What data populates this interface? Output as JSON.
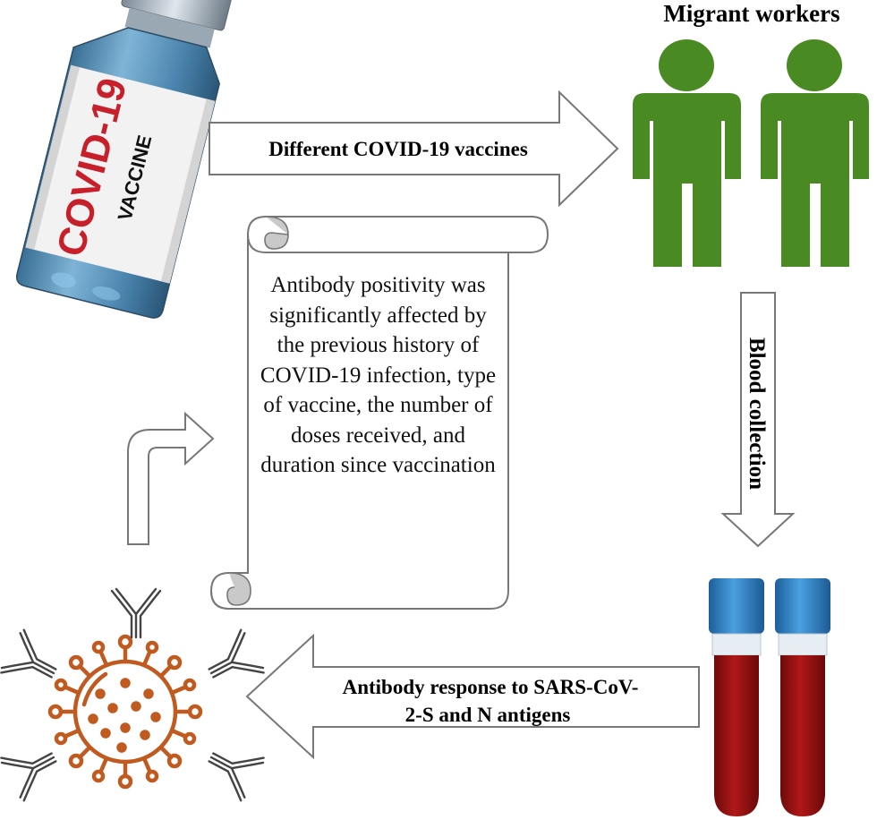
{
  "arrows": {
    "top": "Different COVID-19 vaccines",
    "right": "Blood collection",
    "bottom_line1": "Antibody response to SARS-CoV-",
    "bottom_line2": "2-S and N antigens"
  },
  "workers": {
    "title": "Migrant workers",
    "figure_color": "#4a8a22"
  },
  "vial": {
    "label_line1": "COVID-19",
    "label_line2": "VACCINE"
  },
  "scroll": {
    "text": "Antibody positivity was significantly affected by the previous history of COVID-19 infection, type of vaccine, the number of doses received, and duration since vaccination"
  },
  "colors": {
    "virus": "#c05a1f",
    "tube_cap": "#2f7fc4",
    "blood": "#9a1010",
    "vial_red": "#c8202a"
  }
}
